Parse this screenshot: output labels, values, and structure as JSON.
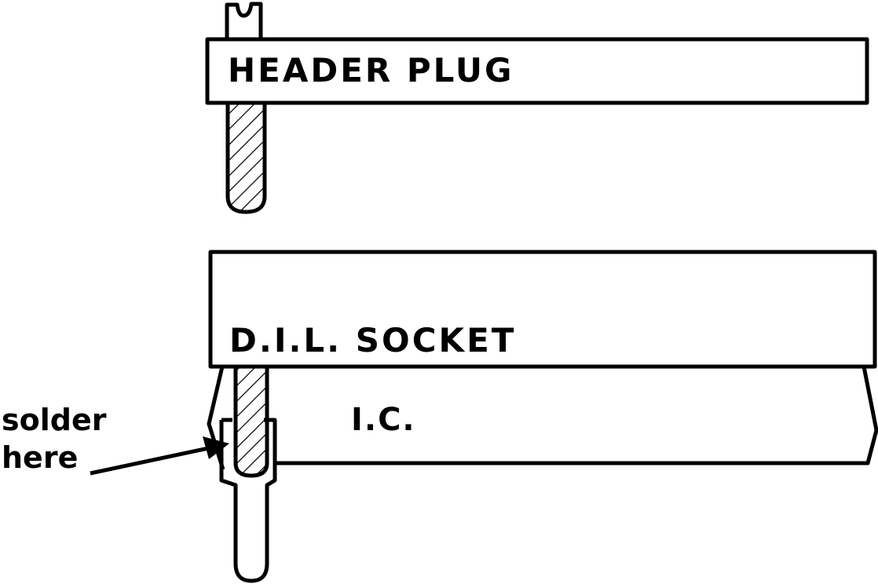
{
  "labels": {
    "header_plug": "HEADER PLUG",
    "dil_socket": "D.I.L. SOCKET",
    "ic": "I.C.",
    "solder_line1": "solder",
    "solder_line2": "here"
  },
  "colors": {
    "ink": "#000000",
    "background": "#ffffff"
  }
}
